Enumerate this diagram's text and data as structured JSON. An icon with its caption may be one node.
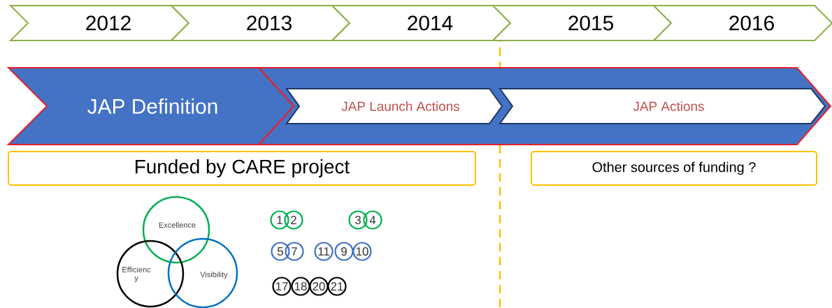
{
  "diagram": {
    "nodes": [
      {
        "text": [
          "2012"
        ]
      },
      {
        "text": [
          "2013"
        ]
      },
      {
        "text": [
          "2014"
        ]
      },
      {
        "text": [
          "2015"
        ]
      },
      {
        "text": [
          "2016"
        ]
      },
      {
        "text": [
          "JAP Definition"
        ]
      },
      {
        "text": [],
        "shape": "chevron"
      },
      {
        "text": [
          "JAP Launch Actions"
        ],
        "in": 6
      },
      {
        "text": [
          "JAP Actions"
        ],
        "in": 6
      },
      {
        "text": [
          "Funded by CARE project"
        ]
      },
      {
        "text": [
          "Other sources of funding ?"
        ]
      },
      {
        "text": [
          "Excellence"
        ]
      },
      {
        "text": [
          "Efficienc y"
        ]
      },
      {
        "text": [
          "Visibility"
        ]
      },
      {
        "text": [
          "1"
        ]
      },
      {
        "text": [
          "2"
        ]
      },
      {
        "text": [
          "3"
        ]
      },
      {
        "text": [
          "4"
        ]
      },
      {
        "text": [
          "5"
        ]
      },
      {
        "text": [
          "7"
        ]
      },
      {
        "text": [
          "11"
        ]
      },
      {
        "text": [
          "9"
        ]
      },
      {
        "text": [
          "10"
        ]
      },
      {
        "text": [
          "17"
        ]
      },
      {
        "text": [
          "18"
        ]
      },
      {
        "text": [
          "20"
        ]
      },
      {
        "text": [
          "21"
        ]
      }
    ]
  }
}
